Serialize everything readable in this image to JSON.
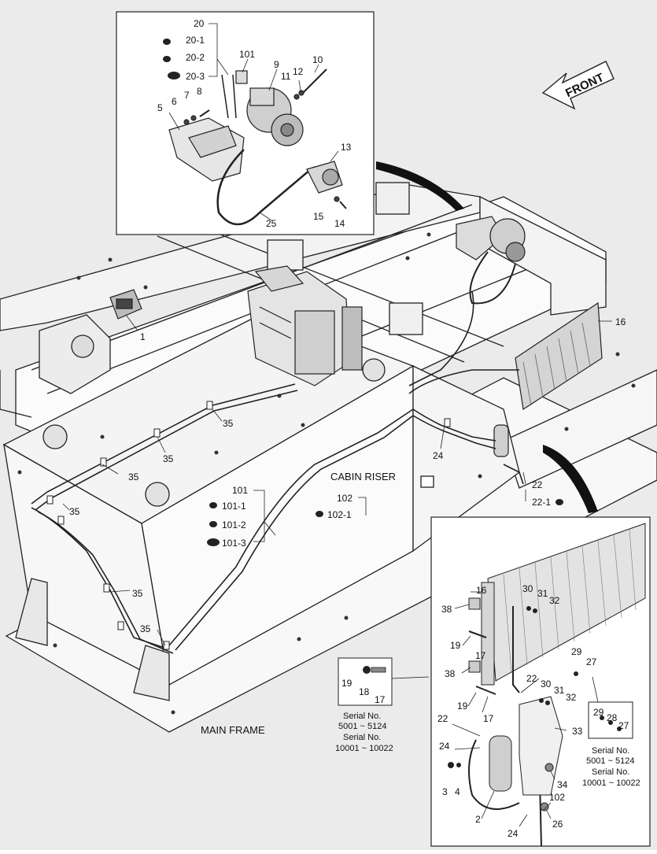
{
  "top_inset": {
    "labels": [
      "20",
      "20-1",
      "20-2",
      "20-3",
      "101",
      "9",
      "12",
      "10",
      "11",
      "5",
      "6",
      "7",
      "8",
      "13",
      "15",
      "14",
      "25"
    ]
  },
  "front_arrow": {
    "text": "FRONT"
  },
  "main": {
    "cabin_riser": "CABIN RISER",
    "main_frame": "MAIN FRAME",
    "labels": {
      "l1": "1",
      "l16": "16",
      "l24": "24",
      "l22": "22",
      "l22_1": "22-1",
      "l101": "101",
      "l101_1": "101-1",
      "l101_2": "101-2",
      "l101_3": "101-3",
      "l102": "102",
      "l102_1": "102-1",
      "l35a": "35",
      "l35b": "35",
      "l35c": "35",
      "l35d": "35",
      "l35e": "35",
      "l35f": "35"
    }
  },
  "serial_box_left": {
    "labels": [
      "19",
      "18",
      "17"
    ],
    "serial1": "Serial No.",
    "range1": "5001 ~ 5124",
    "serial2": "Serial No.",
    "range2": "10001 ~ 10022"
  },
  "bottom_inset": {
    "labels": {
      "b16": "16",
      "b38a": "38",
      "b30a": "30",
      "b31a": "31",
      "b32a": "32",
      "b19a": "19",
      "b17a": "17",
      "b38b": "38",
      "b29": "29",
      "b27": "27",
      "b22a": "22",
      "b30b": "30",
      "b31b": "31",
      "b32b": "32",
      "b19b": "19",
      "b17b": "17",
      "b22b": "22",
      "b33": "33",
      "b24a": "24",
      "b3": "3",
      "b4": "4",
      "b34": "34",
      "b102": "102",
      "b2": "2",
      "b26": "26",
      "b24b": "24"
    }
  },
  "serial_box_right": {
    "labels": [
      "29",
      "28",
      "27"
    ],
    "serial1": "Serial No.",
    "range1": "5001 ~ 5124",
    "serial2": "Serial No.",
    "range2": "10001 ~ 10022"
  }
}
